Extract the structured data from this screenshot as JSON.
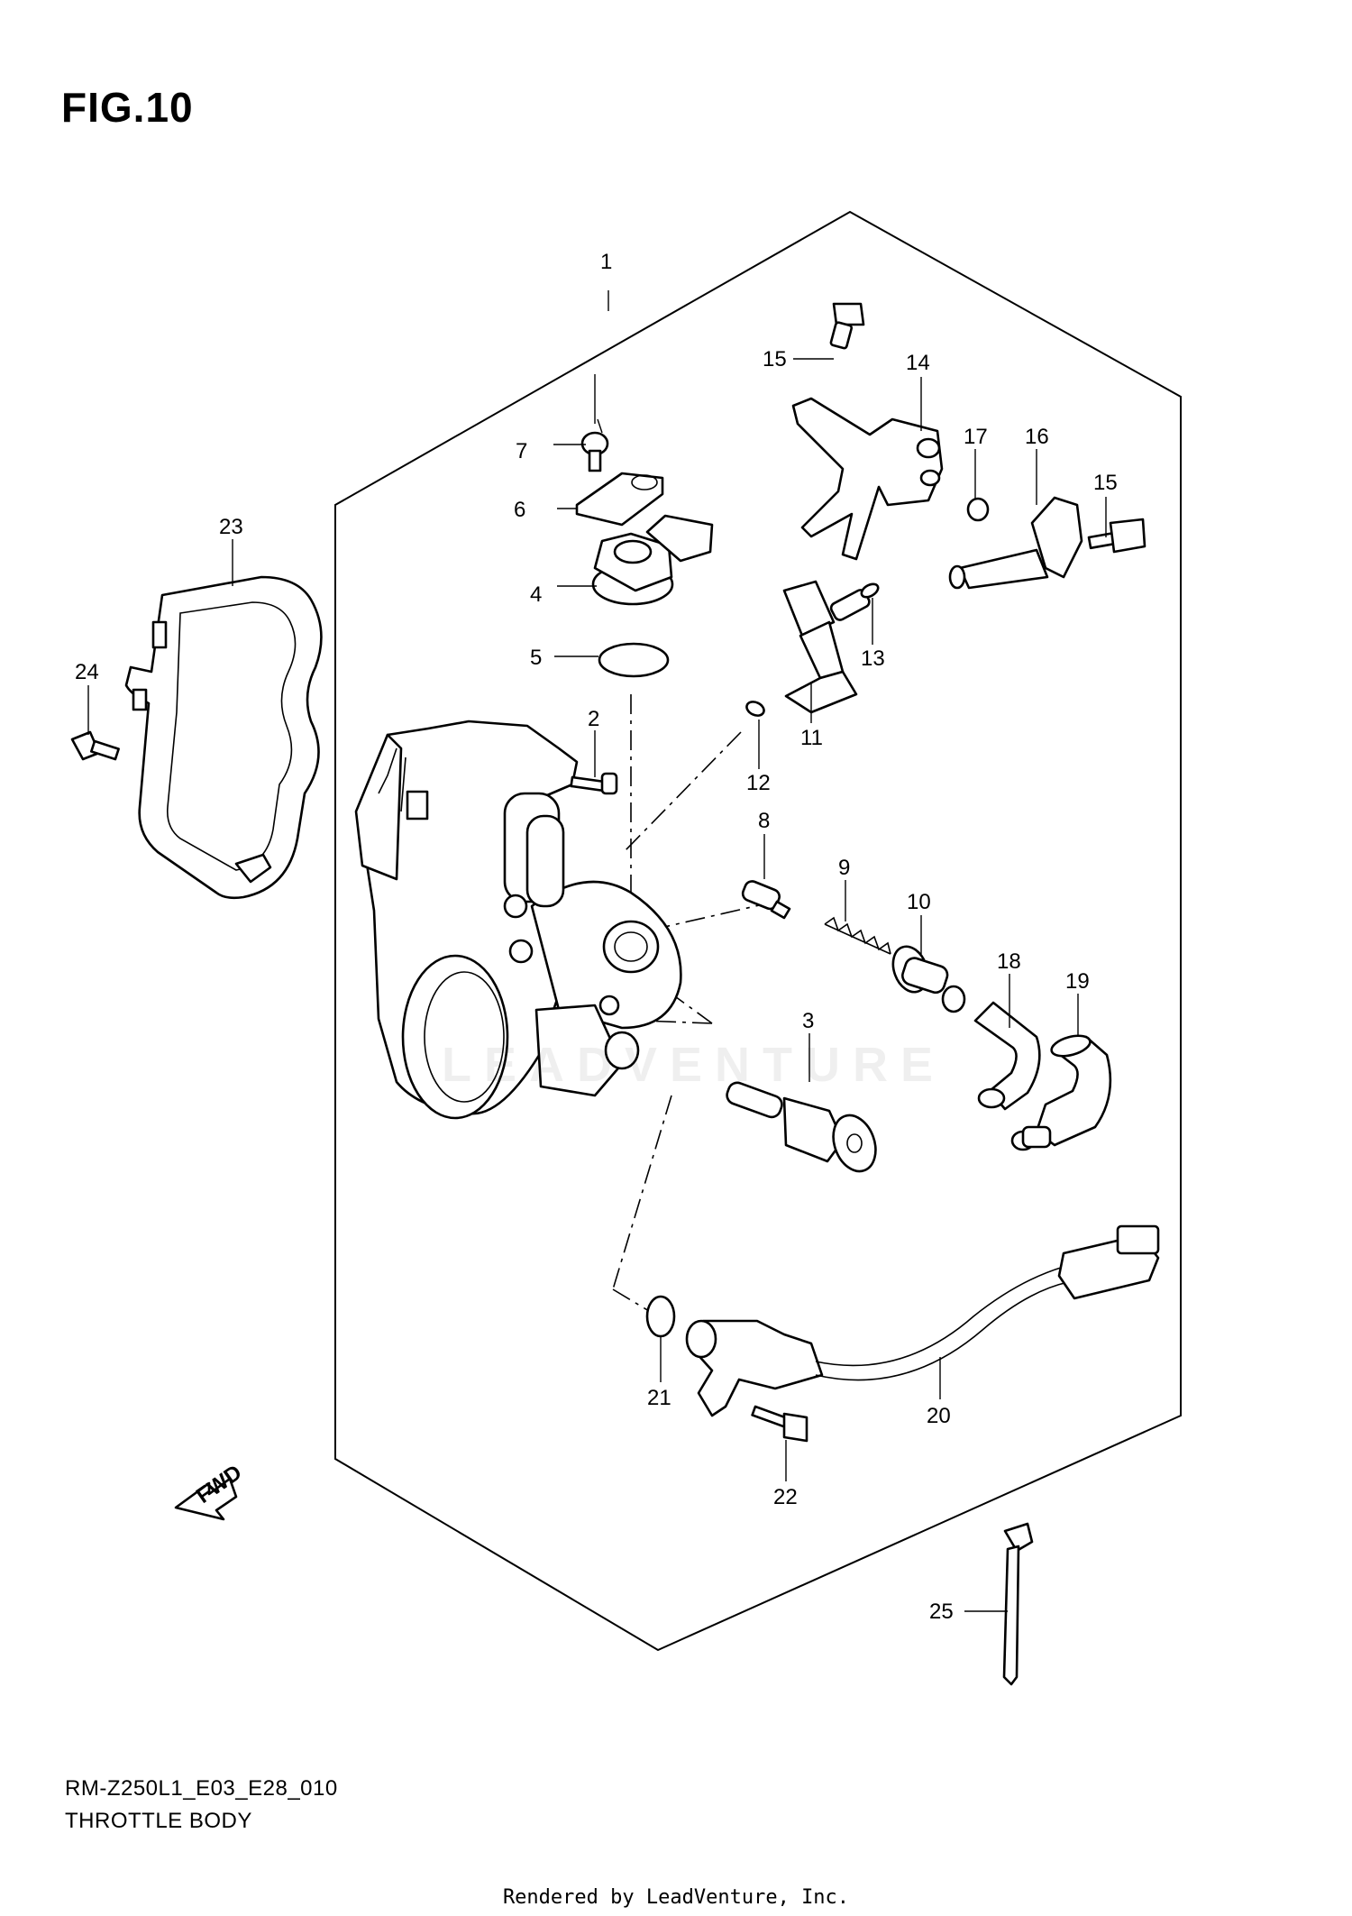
{
  "figure": {
    "title": "FIG.10",
    "model_code": "RM-Z250L1_E03_E28_010",
    "caption": "THROTTLE BODY",
    "render_credit": "Rendered by LeadVenture, Inc.",
    "watermark": "LEADVENTURE",
    "fwd_label": "FWD"
  },
  "callouts": [
    {
      "id": "callout-1",
      "label": "1"
    },
    {
      "id": "callout-2",
      "label": "2"
    },
    {
      "id": "callout-3",
      "label": "3"
    },
    {
      "id": "callout-4",
      "label": "4"
    },
    {
      "id": "callout-5",
      "label": "5"
    },
    {
      "id": "callout-6",
      "label": "6"
    },
    {
      "id": "callout-7",
      "label": "7"
    },
    {
      "id": "callout-8",
      "label": "8"
    },
    {
      "id": "callout-9",
      "label": "9"
    },
    {
      "id": "callout-10",
      "label": "10"
    },
    {
      "id": "callout-11",
      "label": "11"
    },
    {
      "id": "callout-12",
      "label": "12"
    },
    {
      "id": "callout-13",
      "label": "13"
    },
    {
      "id": "callout-14",
      "label": "14"
    },
    {
      "id": "callout-15a",
      "label": "15"
    },
    {
      "id": "callout-15b",
      "label": "15"
    },
    {
      "id": "callout-16",
      "label": "16"
    },
    {
      "id": "callout-17",
      "label": "17"
    },
    {
      "id": "callout-18",
      "label": "18"
    },
    {
      "id": "callout-19",
      "label": "19"
    },
    {
      "id": "callout-20",
      "label": "20"
    },
    {
      "id": "callout-21",
      "label": "21"
    },
    {
      "id": "callout-22",
      "label": "22"
    },
    {
      "id": "callout-23",
      "label": "23"
    },
    {
      "id": "callout-24",
      "label": "24"
    },
    {
      "id": "callout-25",
      "label": "25"
    }
  ]
}
